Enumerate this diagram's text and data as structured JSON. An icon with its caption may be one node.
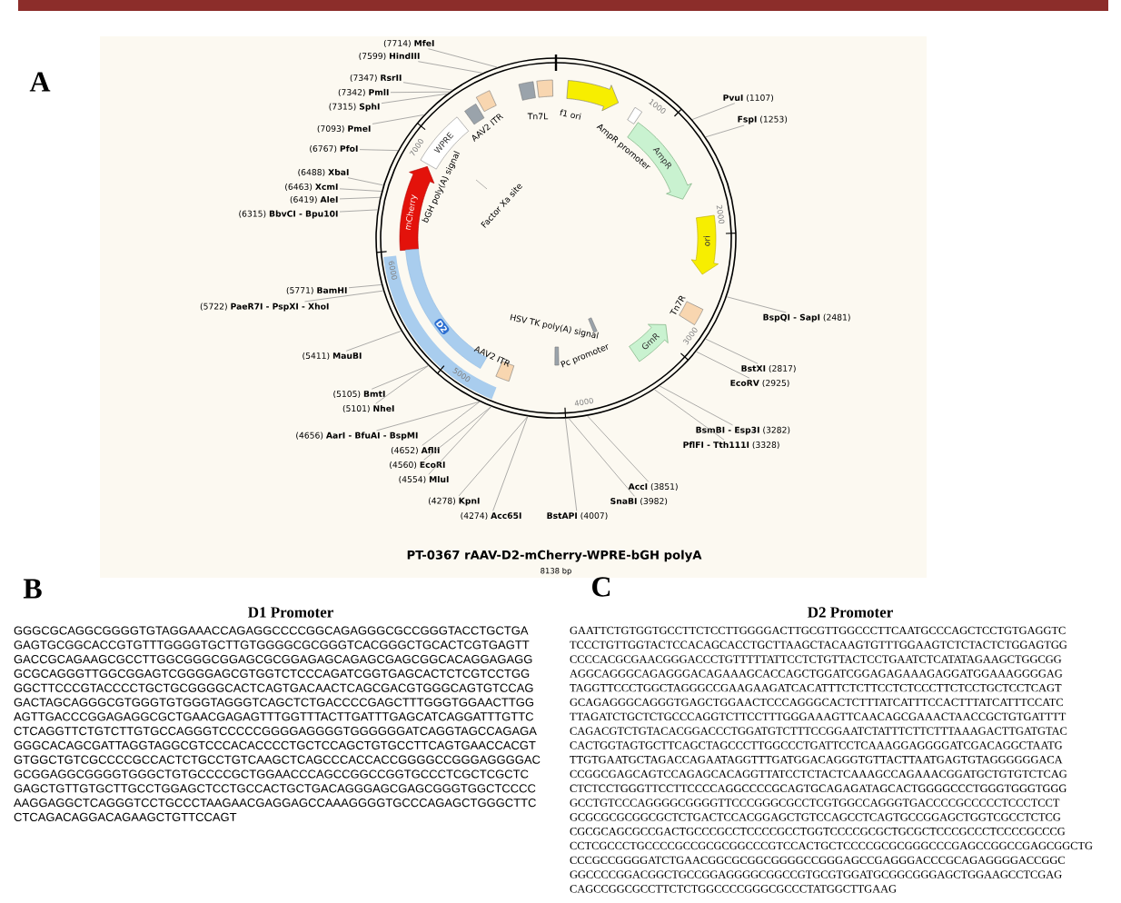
{
  "diagram": {
    "nodes": [
      {
        "text": [],
        "shape": "circle"
      },
      {
        "text": [
          "(7714) **MfeI**"
        ]
      },
      {
        "text": [
          "(7599) **HindIII**"
        ]
      },
      {
        "text": [
          "(7347) **RsrII**"
        ]
      },
      {
        "text": [
          "(7342) **PmlI**"
        ]
      },
      {
        "text": [
          "(7315) **SphI**"
        ]
      },
      {
        "text": [
          "(7093) **PmeI**"
        ]
      },
      {
        "text": [
          "(6767) **PfoI**"
        ]
      },
      {
        "text": [
          "(6488) **XbaI**"
        ]
      },
      {
        "text": [
          "(6463) **XcmI**"
        ]
      },
      {
        "text": [
          "(6419) **AleI**"
        ]
      },
      {
        "text": [
          "(6315) **BbvCI - Bpu10I**"
        ]
      },
      {
        "text": [
          "(5771) **BamHI**"
        ]
      },
      {
        "text": [
          "(5722) **PaeR7I - PspXI - XhoI**"
        ]
      },
      {
        "text": [
          "(5411) **MauBI**"
        ]
      },
      {
        "text": [
          "(5105) **BmtI**"
        ]
      },
      {
        "text": [
          "(5101) **NheI**"
        ]
      },
      {
        "text": [
          "(4656) **AarI - BfuAI - BspMI**"
        ]
      },
      {
        "text": [
          "(4652) **AflII**"
        ]
      },
      {
        "text": [
          "(4560) **EcoRI**"
        ]
      },
      {
        "text": [
          "(4554) **MluI**"
        ]
      },
      {
        "text": [
          "(4278) **KpnI**"
        ]
      },
      {
        "text": [
          "(4274) **Acc65I**"
        ]
      },
      {
        "text": [
          "**PvuI** (1107)"
        ]
      },
      {
        "text": [
          "**FspI** (1253)"
        ]
      },
      {
        "text": [
          "**BspQI - SapI** (2481)"
        ]
      },
      {
        "text": [
          "**BstXI** (2817)"
        ]
      },
      {
        "text": [
          "**EcoRV** (2925)"
        ]
      },
      {
        "text": [
          "**BsmBI - Esp3I** (3282)"
        ]
      },
      {
        "text": [
          "**PflFI - Tth111I** (3328)"
        ]
      },
      {
        "text": [
          "**AccI** (3851)"
        ]
      },
      {
        "text": [
          "**SnaBI** (3982)"
        ]
      },
      {
        "text": [
          "**BstAPI** (4007)"
        ]
      },
      {
        "text": [
          "WPRE"
        ],
        "in": 0
      },
      {
        "text": [
          "mCherry"
        ],
        "in": 0
      },
      {
        "text": [
          "D2"
        ],
        "in": 0
      },
      {
        "text": [
          "AmpR"
        ],
        "in": 0
      },
      {
        "text": [
          "ori"
        ],
        "in": 0
      },
      {
        "text": [
          "GmR"
        ],
        "in": 0
      }
    ],
    "edges": [
      {
        "from": 1,
        "to": 0,
        "arrow": "none"
      },
      {
        "from": 2,
        "to": 0,
        "arrow": "none"
      },
      {
        "from": 3,
        "to": 0,
        "arrow": "none"
      },
      {
        "from": 4,
        "to": 0,
        "arrow": "none"
      },
      {
        "from": 5,
        "to": 0,
        "arrow": "none"
      },
      {
        "from": 6,
        "to": 0,
        "arrow": "none"
      },
      {
        "from": 7,
        "to": 0,
        "arrow": "none"
      },
      {
        "from": 8,
        "to": 0,
        "arrow": "none"
      },
      {
        "from": 9,
        "to": 0,
        "arrow": "none"
      },
      {
        "from": 10,
        "to": 0,
        "arrow": "none"
      },
      {
        "from": 11,
        "to": 0,
        "arrow": "none"
      },
      {
        "from": 12,
        "to": 0,
        "arrow": "none"
      },
      {
        "from": 13,
        "to": 0,
        "arrow": "none"
      },
      {
        "from": 14,
        "to": 0,
        "arrow": "none"
      },
      {
        "from": 15,
        "to": 0,
        "arrow": "none"
      },
      {
        "from": 16,
        "to": 0,
        "arrow": "none"
      },
      {
        "from": 17,
        "to": 0,
        "arrow": "none"
      },
      {
        "from": 18,
        "to": 0,
        "arrow": "none"
      },
      {
        "from": 19,
        "to": 0,
        "arrow": "none"
      },
      {
        "from": 20,
        "to": 0,
        "arrow": "none"
      },
      {
        "from": 21,
        "to": 0,
        "arrow": "none"
      },
      {
        "from": 22,
        "to": 0,
        "arrow": "none"
      },
      {
        "from": 23,
        "to": 0,
        "arrow": "none"
      },
      {
        "from": 24,
        "to": 0,
        "arrow": "none"
      },
      {
        "from": 25,
        "to": 0,
        "arrow": "none"
      },
      {
        "from": 26,
        "to": 0,
        "arrow": "none"
      },
      {
        "from": 27,
        "to": 0,
        "arrow": "none"
      },
      {
        "from": 28,
        "to": 0,
        "arrow": "none"
      },
      {
        "from": 29,
        "to": 0,
        "arrow": "none"
      },
      {
        "from": 30,
        "to": 0,
        "arrow": "none"
      },
      {
        "from": 31,
        "to": 0,
        "arrow": "none"
      },
      {
        "from": 32,
        "to": 0,
        "arrow": "none"
      }
    ],
    "labels": [
      "A",
      "Tn7L",
      "f1 ori",
      "AmpR promoter",
      "AAV2 ITR",
      "bGH poly(A) signal",
      "Factor Xa site",
      "Tn7R",
      "Pc promoter",
      "HSV TK poly(A) signal",
      "AAV2 ITR",
      "1000",
      "2000",
      "3000",
      "4000",
      "5000",
      "6000",
      "7000",
      "PT-0367   rAAV-D2-mCherry-WPRE-bGH polyA",
      "8138 bp",
      "B",
      "D1 Promoter",
      "GGGCGCAGGCGGGGTGTAGGAAACCAGAGGCCCCGGCAGAGGGCGCCGGGTACCTGCTGA",
      "GAGTGCGGCACCGTGTTTGGGGTGCTTGTGGGGCGCGGGTCACGGGCTGCACTCGTGAGTT",
      "GACCGCAGAAGCGCCTTGGCGGGCGGAGCGCGGAGAGCAGAGCGAGCGGCACAGGAGAGG",
      "GCGCAGGGTTGGCGGAGTCGGGGAGCGTGGTCTCCCAGATCGGTGAGCACTCTCGTCCTGG",
      "GGCTTCCCGTACCCCTGCTGCGGGGCACTCAGTGACAACTCAGCGACGTGGGCAGTGTCCAG",
      "GACTAGCAGGGCGTGGGTGTGGGTAGGGTCAGCTCTGACCCCGAGCTTTGGGTGGAACTTGG",
      "AGTTGACCCGGAGAGGCGCTGAACGAGAGTTTGGTTTACTTGATTTGAGCATCAGGATTTGTTC",
      "CTCAGGTTCTGTCTTGTGCCAGGGTCCCCCGGGGAGGGGTGGGGGGATCAGGTAGCCAGAGA",
      "GGGCACAGCGATTAGGTAGGCGTCCCACACCCCTGCTCCAGCTGTGCCTTCAGTGAACCACGT",
      "GTGGCTGTCGCCCCGCCACTCTGCCTGTCAAGCTCAGCCCACCACCGGGGCCGGGAGGGGAC",
      "GCGGAGGCGGGGTGGGCTGTGCCCCGCTGGAACCCAGCCGGCCGGTGCCCTCGCTCGCTC",
      "GAGCTGTTGTGCTTGCCTGGAGCTCCTGCCACTGCTGACAGGGAGCGAGCGGGTGGCTCCCC",
      "AAGGAGGCTCAGGGTCCTGCCCTAAGAACGAGGAGCCAAAGGGGTGCCCAGAGCTGGGCTTC",
      "CTCAGACAGGACAGAAGCTGTTCCAGT",
      "C",
      "D2 Promoter",
      "GAATTCTGTGGTGCCTTCTCCTTGGGGACTTGCGTTGGCCCTTCAATGCCCAGCTCCTGTGAGGTC",
      "TCCCTGTTGGTACTCCACAGCACCTGCTTAAGCTACAAGTGTTTGGAAGTCTCTACTCTGGAGTGG",
      "CCCCACGCGAACGGGACCCTGTTTTTATTCCTCTGTTACTCCTGAATCTCATATAGAAGCTGGCGG",
      "AGGCAGGGCAGAGGGACAGAAAGCACCAGCTGGATCGGAGAGAAAGAGGATGGAAAGGGGAG",
      "TAGGTTCCCTGGCTAGGGCCGAAGAAGATCACATTTCTCTTCCTCTCCCTTCTCCTGCTCCTCAGT",
      "GCAGAGGGCAGGGTGAGCTGGAACTCCCAGGGCACTCTTTATCATTTCCACTTTATCATTTCCATC",
      "TTAGATCTGCTCTGCCCAGGTCTTCCTTTGGGAAAGTTCAACAGCGAAACTAACCGCTGTGATTTT",
      "CAGACGTCTGTACACGGACCCTGGATGTCTTTCCGGAATCTATTTCTTCTTTAAAGACTTGATGTAC",
      "CACTGGTAGTGCTTCAGCTAGCCCTTGGCCCTGATTCCTCAAAGGAGGGGATCGACAGGCTAATG",
      "TTGTGAATGCTAGACCAGAATAGGTTTGATGGACAGGGTGTTACTTAATGAGTGTAGGGGGGACA",
      "CCGGCGAGCAGTCCAGAGCACAGGTTATCCTCTACTCAAAGCCAGAAACGGATGCTGTGTCTCAG",
      "CTCTCCTGGGTTCCTTCCCCAGGCCCCGCAGTGCAGAGATAGCACTGGGGCCCTGGGTGGGTGGG",
      "GCCTGTCCCAGGGGCGGGGTTCCCGGGCGCCTCGTGGCCAGGGTGACCCCGCCCCCTCCCTCCT",
      "GCGCGCGCGGCGCTCTGACTCCACGGAGCTGTCCAGCCTCAGTGCCGGAGCTGGTCGCCTCTCG",
      "CGCGCAGCGCCGACTGCCCGCCTCCCCGCCTGGTCCCCGCGCTGCGCTCCCGCCCTCCCCGCCCG",
      "CCTCGCCCTGCCCCGCCGCGCGGCCCGTCCACTGCTCCCCGCGCGGGCCCGAGCCGGCCGAGCGGCTG",
      "CCCGCCGGGGATCTGAACGGCGCGGCGGGGCCGGGAGCCGAGGGACCCGCAGAGGGGACCGGC",
      "GGCCCCGGACGGCTGCCGGAGGGGCGGCCGTGCGTGGATGCGGCGGGAGCTGGAAGCCTCGAG",
      "CAGCCGGCGCCTTCTCTGGCCCCGGGCGCCCTATGGCTTGAAG"
    ]
  }
}
